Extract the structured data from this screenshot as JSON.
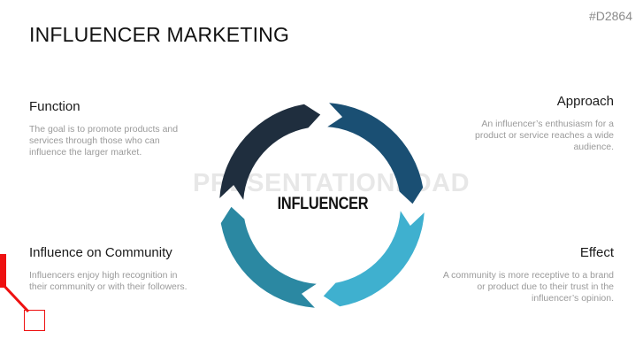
{
  "page_code": "#D2864",
  "title": "INFLUENCER MARKETING",
  "center_label": "INFLUENCER",
  "watermark": "PRESENTATIONLOAD",
  "blocks": {
    "function": {
      "heading": "Function",
      "body": "The goal is to promote products and services through those who can influence the larger market."
    },
    "approach": {
      "heading": "Approach",
      "body": "An influencer’s enthusiasm for a product or service reaches a wide audience."
    },
    "community": {
      "heading": "Influence on Community",
      "body": "Influencers enjoy high recognition in their community or with their followers."
    },
    "effect": {
      "heading": "Effect",
      "body": "A community is more receptive to a brand or product due to their trust in the influencer’s opinion."
    }
  },
  "colors": {
    "segment_top_left": "#1f2e3e",
    "segment_top_right": "#1a4f73",
    "segment_bottom_right": "#3fb0cf",
    "segment_bottom_left": "#2b88a2",
    "marker": "#ee1111"
  }
}
